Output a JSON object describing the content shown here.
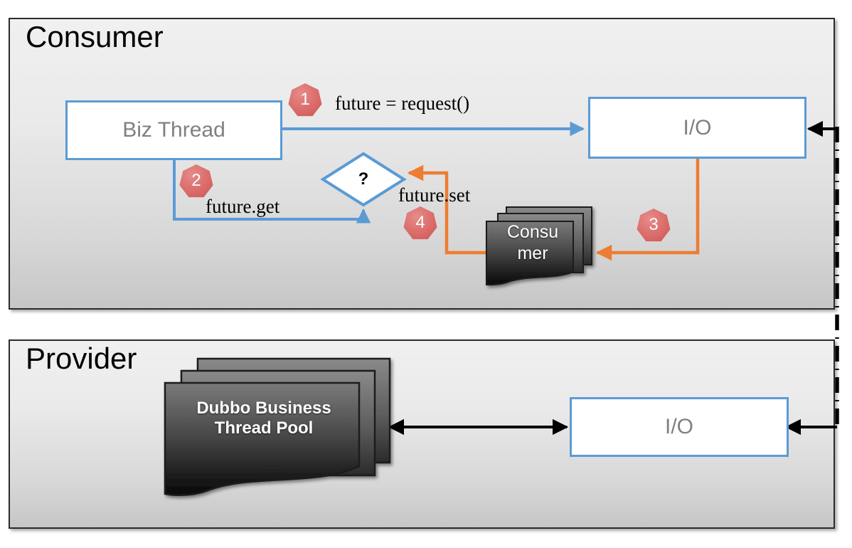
{
  "diagram": {
    "title_consumer": "Consumer",
    "title_provider": "Provider",
    "type": "sequence-architecture-diagram"
  },
  "colors": {
    "panel_border": "#2b2b2b",
    "panel_bg_top": "#f0f0f0",
    "panel_bg_bottom": "#c6c6c6",
    "blue_stroke": "#5b9bd5",
    "orange_stroke": "#ed7d31",
    "badge_fill": "#dd706e",
    "stack_dark": "#2a2a2a",
    "stack_light": "#6e6e6e",
    "text_gray": "#808080",
    "black": "#000000"
  },
  "consumer": {
    "panel_title": "Consumer",
    "boxes": {
      "biz_thread": "Biz Thread",
      "io": "I/O",
      "decision": "?",
      "consumer_stack": "Consu\nmer",
      "consumer_stack_line1": "Consu",
      "consumer_stack_line2": "mer"
    },
    "steps": [
      {
        "number": "1",
        "label": "future = request()",
        "from": "Biz Thread",
        "to": "I/O",
        "color": "#5b9bd5"
      },
      {
        "number": "2",
        "label": "future.get",
        "from": "Biz Thread",
        "to": "?",
        "color": "#5b9bd5"
      },
      {
        "number": "3",
        "label": "",
        "from": "I/O",
        "to": "Consumer",
        "color": "#ed7d31"
      },
      {
        "number": "4",
        "label": "future.set",
        "from": "Consumer",
        "to": "?",
        "color": "#ed7d31"
      }
    ]
  },
  "provider": {
    "panel_title": "Provider",
    "boxes": {
      "thread_pool_line1": "Dubbo Business",
      "thread_pool_line2": "Thread Pool",
      "io": "I/O"
    },
    "connector": {
      "style": "double-headed-arrow",
      "color": "#000000"
    }
  },
  "network": {
    "style": "dash-dot vertical line",
    "color": "#000000",
    "connects": [
      "consumer.io",
      "provider.io"
    ]
  }
}
